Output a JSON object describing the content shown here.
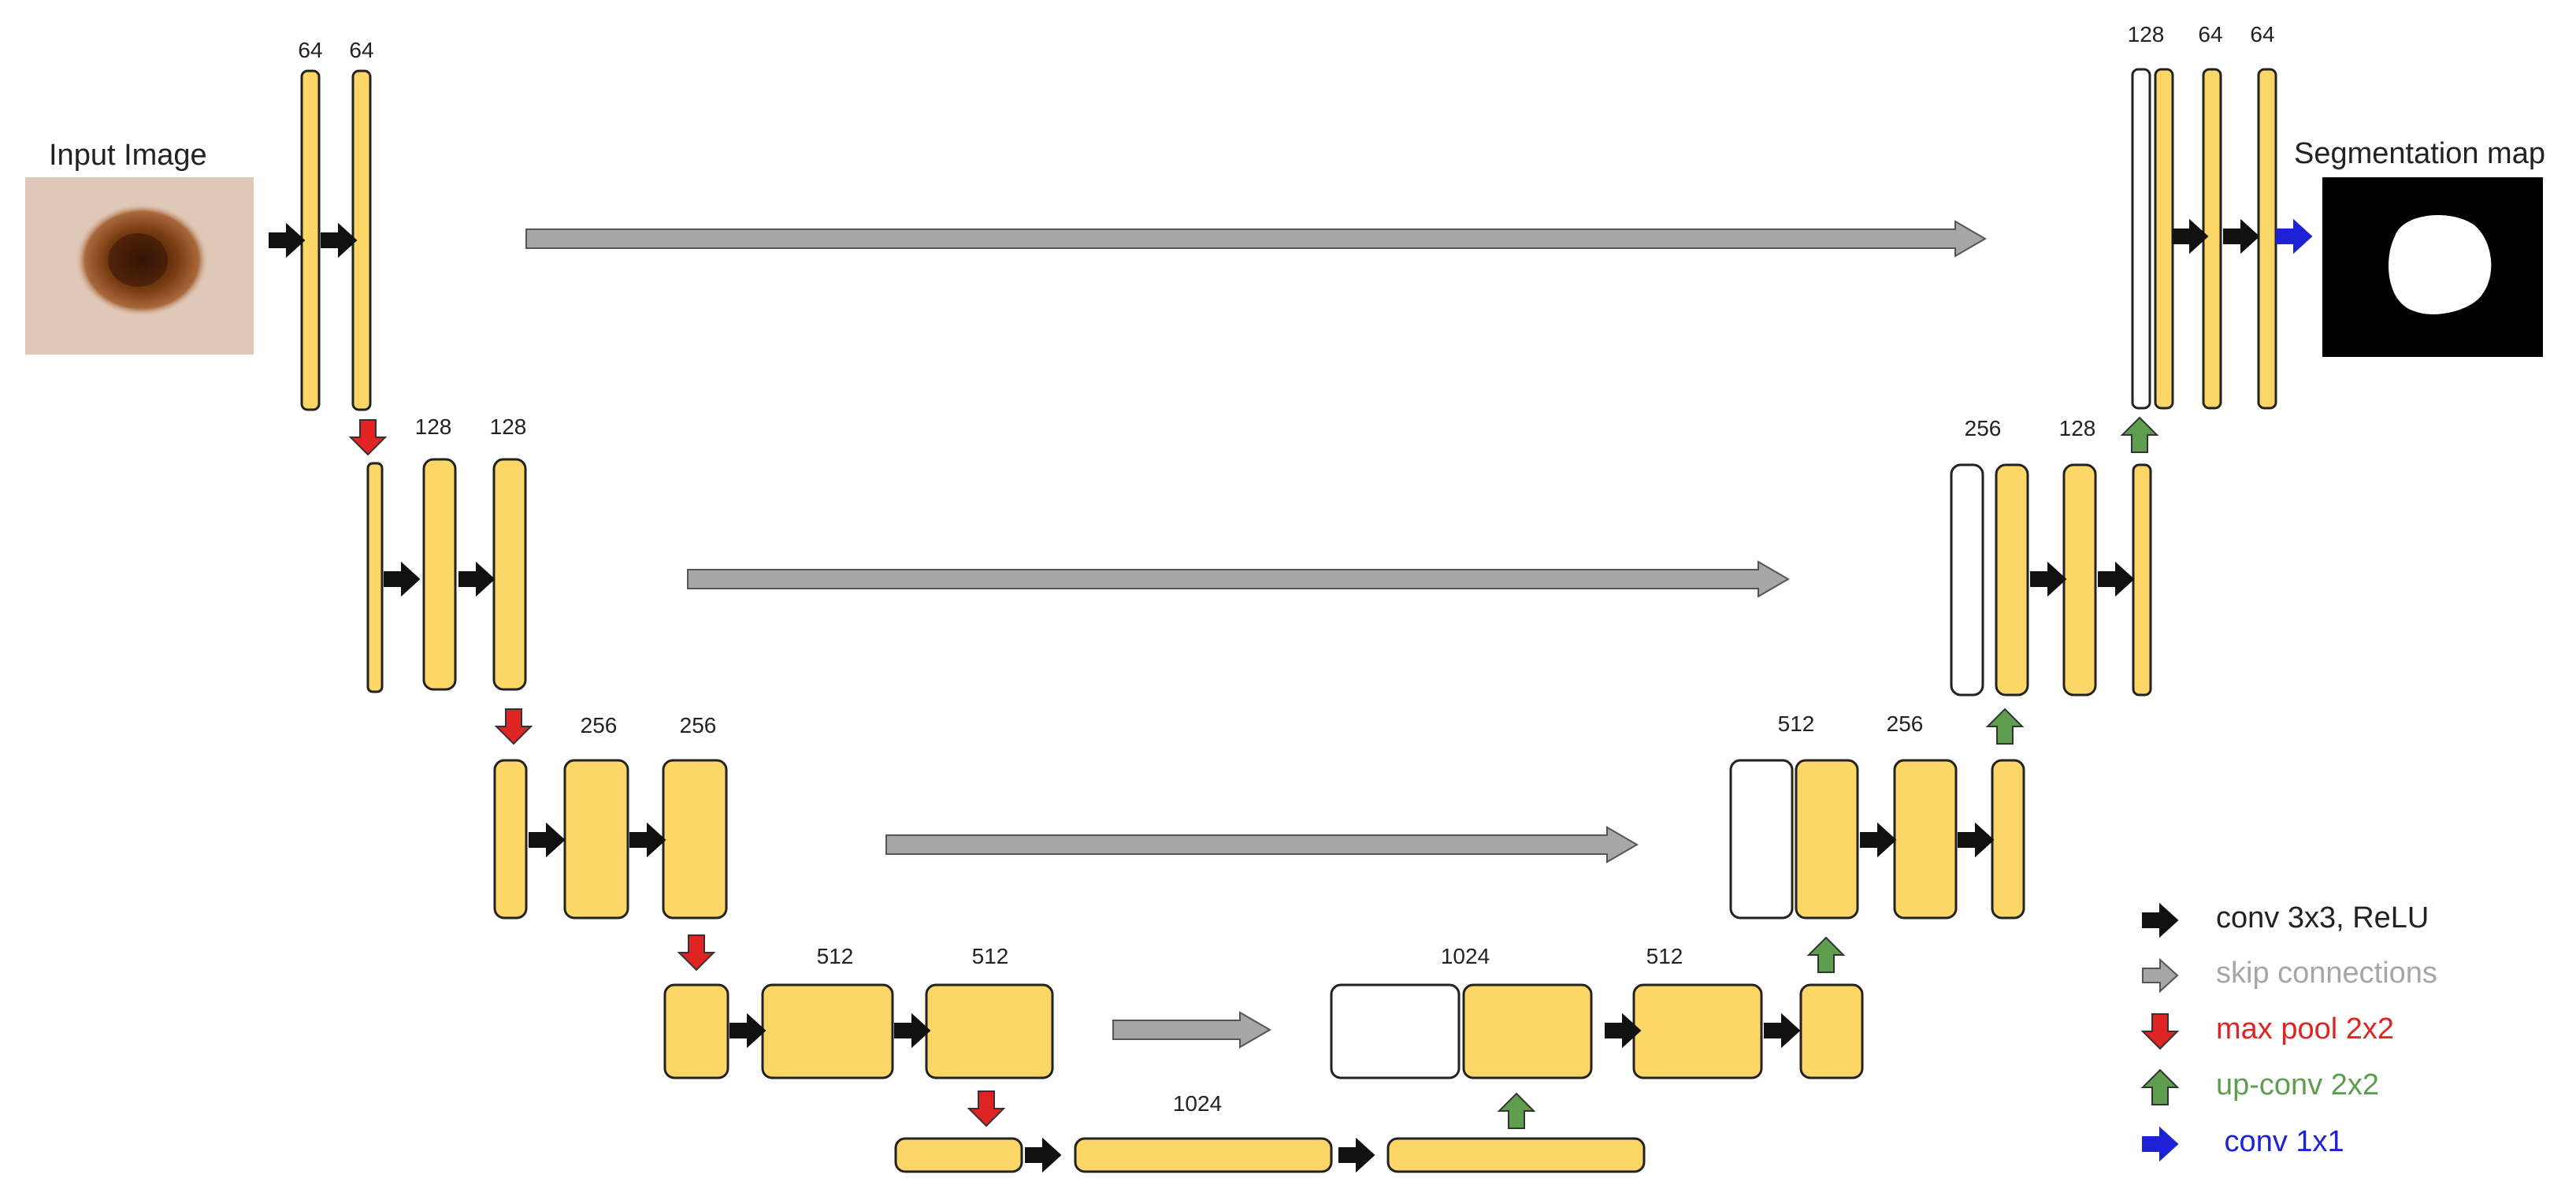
{
  "input_label": "Input Image",
  "output_label": "Segmentation map",
  "channels": {
    "enc1a": "64",
    "enc1b": "64",
    "enc2a": "128",
    "enc2b": "128",
    "enc3a": "256",
    "enc3b": "256",
    "enc4a": "512",
    "enc4b": "512",
    "bottleneck": "1024",
    "dec4cat": "1024",
    "dec4": "512",
    "dec3cat": "512",
    "dec3": "256",
    "dec2cat": "256",
    "dec2": "128",
    "dec1cat": "128",
    "dec1a": "64",
    "dec1b": "64"
  },
  "legend": [
    {
      "label": "conv 3x3, ReLU",
      "color": "#111111",
      "text_color": "#222222",
      "icon": "arrow-right-icon"
    },
    {
      "label": "skip connections",
      "color": "#a6a6a6",
      "text_color": "#a6a6a6",
      "icon": "arrow-right-icon"
    },
    {
      "label": "max pool 2x2",
      "color": "#e02424",
      "text_color": "#e02424",
      "icon": "arrow-down-icon"
    },
    {
      "label": "up-conv 2x2",
      "color": "#5e9e4e",
      "text_color": "#5e9e4e",
      "icon": "arrow-up-icon"
    },
    {
      "label": " conv 1x1",
      "color": "#1e22d6",
      "text_color": "#1e22d6",
      "icon": "arrow-right-icon"
    }
  ],
  "colors": {
    "feature_fill": "#fcd666",
    "feature_stroke": "#222222",
    "copy_fill": "#ffffff",
    "skin": "#e0c8b8",
    "lesion": "#6a3410",
    "mask_bg": "#000000",
    "mask_fg": "#ffffff"
  }
}
